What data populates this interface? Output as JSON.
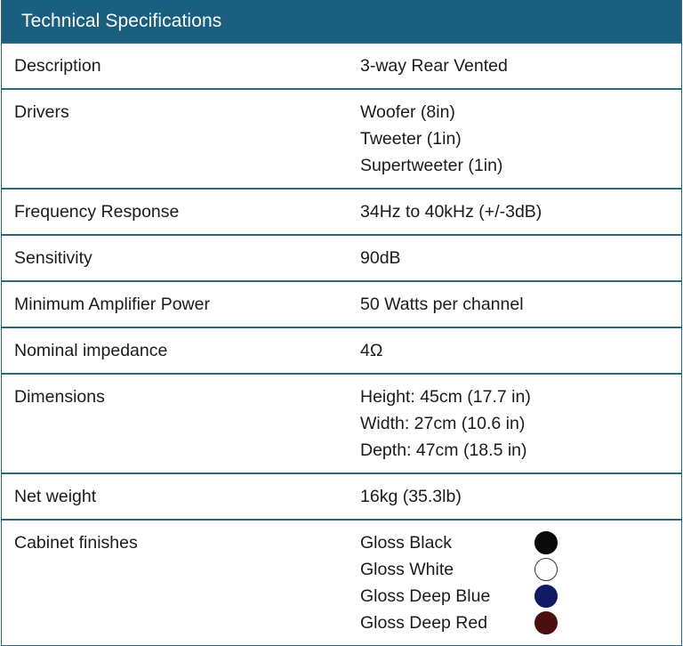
{
  "header": {
    "title": "Technical Specifications",
    "background_color": "#1a5f7f",
    "text_color": "#ffffff"
  },
  "table": {
    "border_color": "#2b6682",
    "rows": [
      {
        "label": "Description",
        "values": [
          "3-way Rear Vented"
        ]
      },
      {
        "label": "Drivers",
        "values": [
          "Woofer (8in)",
          "Tweeter (1in)",
          "Supertweeter (1in)"
        ]
      },
      {
        "label": "Frequency Response",
        "values": [
          "34Hz to 40kHz (+/-3dB)"
        ]
      },
      {
        "label": "Sensitivity",
        "values": [
          "90dB"
        ]
      },
      {
        "label": "Minimum Amplifier Power",
        "values": [
          "50 Watts per channel"
        ]
      },
      {
        "label": "Nominal impedance",
        "values": [
          "4Ω"
        ]
      },
      {
        "label": "Dimensions",
        "values": [
          "Height: 45cm (17.7 in)",
          "Width: 27cm (10.6 in)",
          "Depth: 47cm (18.5 in)"
        ]
      },
      {
        "label": "Net weight",
        "values": [
          "16kg (35.3lb)"
        ]
      }
    ],
    "finishes_row": {
      "label": "Cabinet finishes",
      "finishes": [
        {
          "name": "Gloss Black",
          "color": "#0a0a0a",
          "outline": "#0a0a0a"
        },
        {
          "name": "Gloss White",
          "color": "#ffffff",
          "outline": "#3a3a3a"
        },
        {
          "name": "Gloss Deep Blue",
          "color": "#111a66",
          "outline": "#111a66"
        },
        {
          "name": "Gloss Deep Red",
          "color": "#4a1010",
          "outline": "#4a1010"
        }
      ]
    }
  }
}
